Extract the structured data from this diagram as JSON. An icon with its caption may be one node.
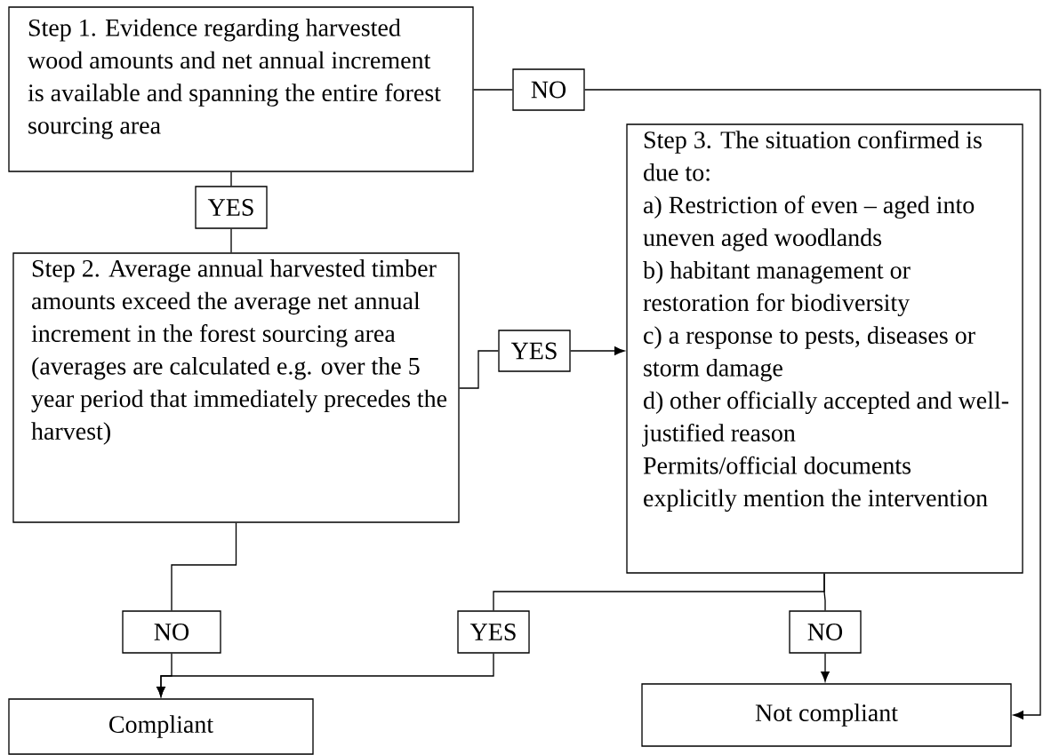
{
  "diagram": {
    "nodes": [
      {
        "text": [
          "Step 1. Evidence regarding harvested wood amounts and net annual increment is available and spanning the entire forest sourcing area"
        ]
      },
      {
        "text": [
          "NO"
        ]
      },
      {
        "text": [
          "YES"
        ]
      },
      {
        "text": [
          "Step 2. Average annual harvested timber amounts exceed the average net annual increment in the forest sourcing area (averages are calculated e.g. over the 5 year period that immediately precedes the harvest)"
        ]
      },
      {
        "text": [
          "YES"
        ]
      },
      {
        "text": [
          "Step 3. The situation confirmed is due to:",
          "a) Restriction of even – aged into uneven aged woodlands",
          "b) habitant management or restoration for biodiversity",
          "c) a response to pests, diseases or storm damage",
          "d) other officially accepted and well- justified reason",
          "Permits/official documents explicitly mention the intervention"
        ]
      },
      {
        "text": [
          "NO"
        ]
      },
      {
        "text": [
          "YES"
        ]
      },
      {
        "text": [
          "NO"
        ]
      },
      {
        "text": [
          "Compliant"
        ]
      },
      {
        "text": [
          "Not compliant"
        ]
      }
    ],
    "edges": [
      {
        "from": 0,
        "to": 1,
        "arrow": "none"
      },
      {
        "from": 1,
        "to": 10,
        "arrow": "to"
      },
      {
        "from": 0,
        "to": 2,
        "arrow": "none"
      },
      {
        "from": 2,
        "to": 3,
        "arrow": "none"
      },
      {
        "from": 3,
        "to": 4,
        "arrow": "none"
      },
      {
        "from": 4,
        "to": 5,
        "arrow": "to"
      },
      {
        "from": 3,
        "to": 6,
        "arrow": "none"
      },
      {
        "from": 6,
        "to": 9,
        "arrow": "to"
      },
      {
        "from": 5,
        "to": 7,
        "arrow": "none"
      },
      {
        "from": 7,
        "to": 9,
        "arrow": "to"
      },
      {
        "from": 5,
        "to": 8,
        "arrow": "none"
      },
      {
        "from": 8,
        "to": 10,
        "arrow": "to"
      }
    ]
  }
}
